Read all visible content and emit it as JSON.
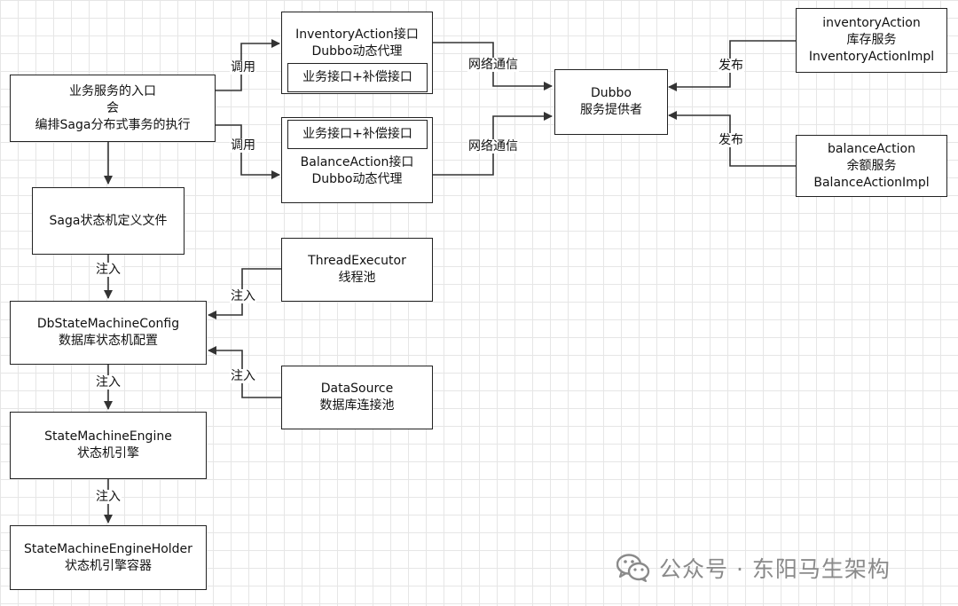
{
  "nodes": {
    "biz_entry": [
      "业务服务的入口",
      "会",
      "编排Saga分布式事务的执行"
    ],
    "saga_file": [
      "Saga状态机定义文件"
    ],
    "inv_proxy": [
      "InventoryAction接口",
      "Dubbo动态代理"
    ],
    "inv_sub": "业务接口+补偿接口",
    "bal_sub": "业务接口+补偿接口",
    "bal_proxy": [
      "BalanceAction接口",
      "Dubbo动态代理"
    ],
    "dubbo": [
      "Dubbo",
      "服务提供者"
    ],
    "inv_service": [
      "inventoryAction",
      "库存服务",
      "InventoryActionImpl"
    ],
    "bal_service": [
      "balanceAction",
      "余额服务",
      "BalanceActionImpl"
    ],
    "thread_exec": [
      "ThreadExecutor",
      "线程池"
    ],
    "db_config": [
      "DbStateMachineConfig",
      "数据库状态机配置"
    ],
    "datasource": [
      "DataSource",
      "数据库连接池"
    ],
    "engine": [
      "StateMachineEngine",
      "状态机引擎"
    ],
    "holder": [
      "StateMachineEngineHolder",
      "状态机引擎容器"
    ]
  },
  "edges": {
    "call_inv": "调用",
    "call_bal": "调用",
    "net_inv": "网络通信",
    "net_bal": "网络通信",
    "publish_inv": "发布",
    "publish_bal": "发布",
    "inject_saga": "注入",
    "inject_thread": "注入",
    "inject_ds": "注入",
    "inject_config": "注入",
    "inject_engine": "注入"
  },
  "watermark": {
    "icon": "wechat-icon",
    "text": "公众号 · 东阳马生架构"
  }
}
